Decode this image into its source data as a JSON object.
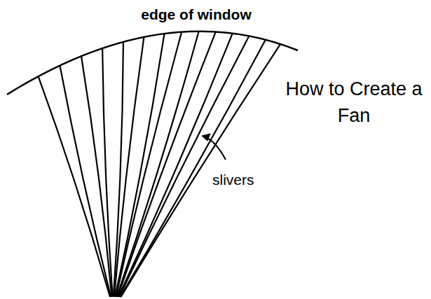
{
  "diagram": {
    "title": "How to Create a Fan",
    "labels": [
      "edge of window",
      "slivers"
    ]
  }
}
